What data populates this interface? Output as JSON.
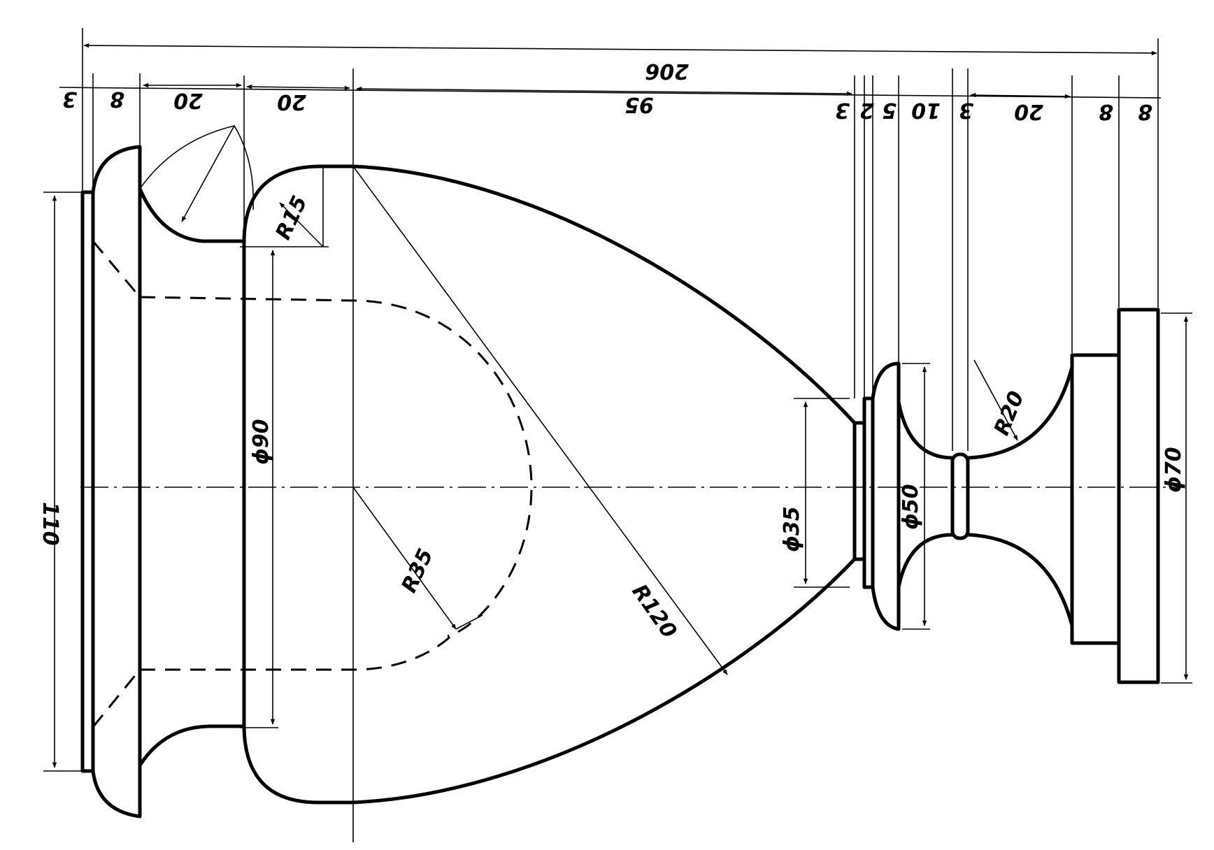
{
  "drawing": {
    "dimensions": {
      "overall": "206",
      "seg_left_3": "3",
      "seg_left_8": "8",
      "seg_20a": "20",
      "seg_20b": "20",
      "seg_95": "95",
      "seg_3b": "3",
      "seg_2": "2",
      "seg_5": "5",
      "seg_10": "10",
      "seg_3c": "3",
      "seg_20c": "20",
      "seg_8b": "8",
      "seg_8c": "8",
      "height_110": "110",
      "dia_90": "ϕ90",
      "dia_35": "ϕ35",
      "dia_50": "ϕ50",
      "dia_70": "ϕ70",
      "radius_15": "R15",
      "radius_35": "R35",
      "radius_120": "R120",
      "radius_20": "R20"
    }
  }
}
